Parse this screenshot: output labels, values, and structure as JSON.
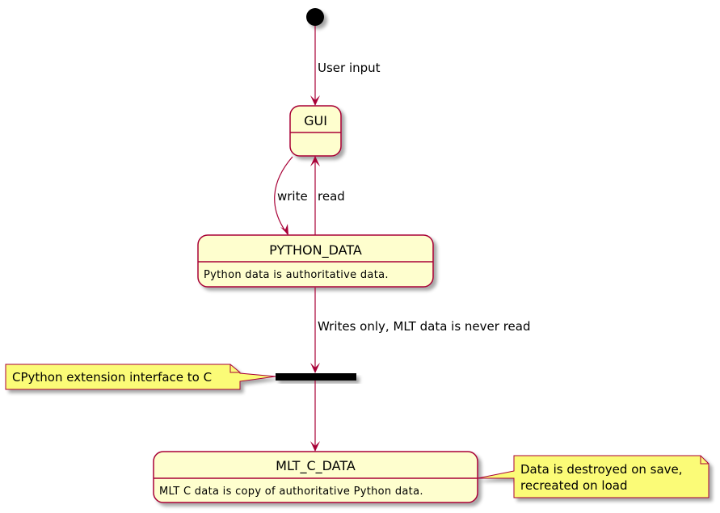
{
  "colors": {
    "border": "#A80036",
    "state_fill": "#FEFECE",
    "note_fill": "#FBFB77",
    "bar": "#000000",
    "text": "#000000"
  },
  "states": {
    "gui": {
      "name": "GUI",
      "description": ""
    },
    "python_data": {
      "name": "PYTHON_DATA",
      "description": "Python data is authoritative data."
    },
    "mlt_c_data": {
      "name": "MLT_C_DATA",
      "description": "MLT C data is copy of authoritative Python data."
    }
  },
  "transitions": {
    "start_to_gui": "User input",
    "gui_to_python": "write",
    "python_to_gui": "read",
    "python_to_fork": "Writes only, MLT data is never read"
  },
  "notes": {
    "fork_note": "CPython extension interface to C",
    "mlt_note": [
      "Data is destroyed on save,",
      "recreated on load"
    ]
  }
}
